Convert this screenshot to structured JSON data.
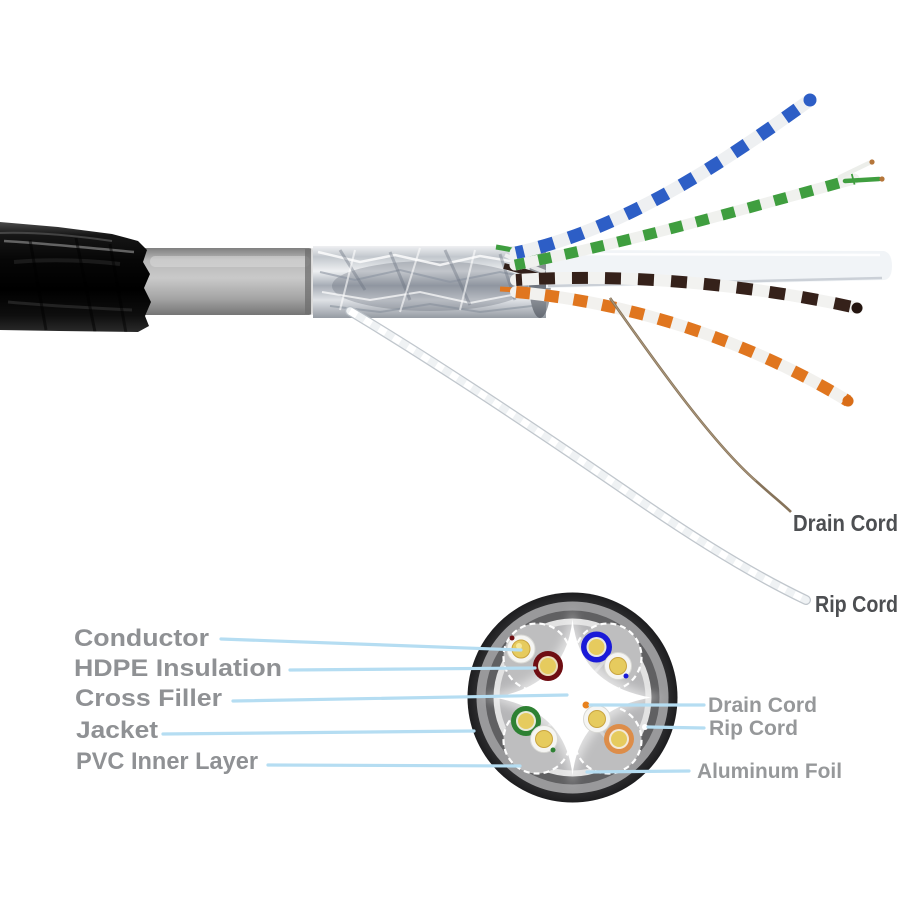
{
  "figure": {
    "alt": "Cutaway photo of a shielded twisted-pair cable with a labeled cross-section diagram"
  },
  "photo": {
    "callouts": [
      {
        "name": "drain-cord",
        "text": "Drain Cord"
      },
      {
        "name": "rip-cord",
        "text": "Rip Cord"
      }
    ]
  },
  "cross_section": {
    "left_callouts": [
      {
        "name": "conductor",
        "text": "Conductor"
      },
      {
        "name": "hdpe-insulation",
        "text": "HDPE Insulation"
      },
      {
        "name": "cross-filler",
        "text": "Cross Filler"
      },
      {
        "name": "jacket",
        "text": "Jacket"
      },
      {
        "name": "pvc-inner-layer",
        "text": "PVC Inner Layer"
      }
    ],
    "right_callouts": [
      {
        "name": "drain-cord",
        "text": "Drain Cord"
      },
      {
        "name": "rip-cord",
        "text": "Rip Cord"
      },
      {
        "name": "aluminum-foil",
        "text": "Aluminum Foil"
      }
    ]
  },
  "colors": {
    "background": "#ffffff",
    "leader_line": "#b5ddf2",
    "label_gray": "#8f9194",
    "label_dark": "#4d4f52",
    "pair_blue": "#2d5ec6",
    "pair_green": "#3f9e3f",
    "pair_brown": "#35211a",
    "pair_orange": "#e0761f",
    "copper": "#e6cb5e",
    "copper_tip": "#b5763a",
    "cs_jacket": "#2c2c2e",
    "cs_pvc": "#99999b",
    "cs_dark_ring": "#606062",
    "cs_foil_ring": "#e2e2e2",
    "cs_inner": "#b6b6b8",
    "cs_blue": "#1a1ad8",
    "cs_maroon": "#6f0d12",
    "cs_green": "#2e8133",
    "cs_orange": "#dd8d49",
    "cs_drain_dot": "#e8821e",
    "photo_jacket": "#0a0a0a",
    "photo_tube": "#b5b5b5",
    "photo_foil": "#ccd1d7"
  }
}
